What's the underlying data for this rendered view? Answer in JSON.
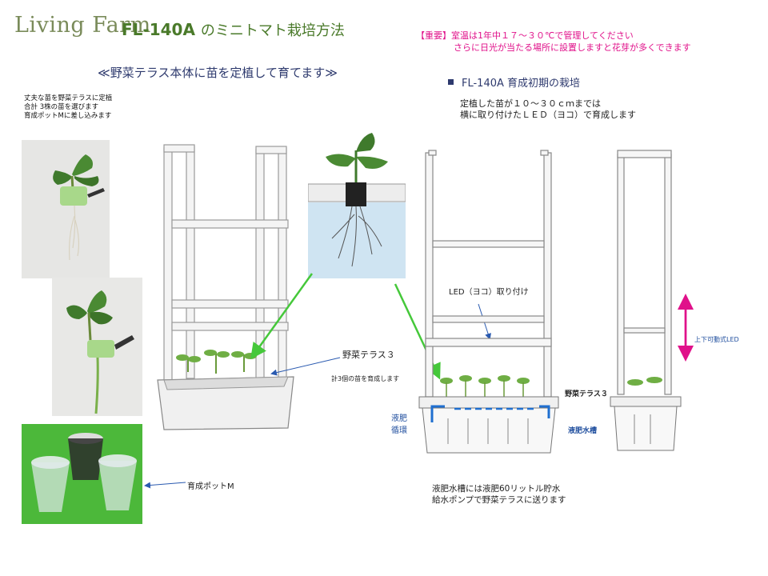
{
  "header": {
    "logo": "Living Farm",
    "title_model": "FL-140A",
    "title_no": "の",
    "title_rest": "ミニトマト栽培方法",
    "notice_line1": "【重要】室温は1年中１７～３０℃で管理してください",
    "notice_line2": "さらに日光が当たる場所に設置しますと花芽が多くできます"
  },
  "left": {
    "subhead": "≪野菜テラス本体に苗を定植して育てます≫",
    "steps": [
      "丈夫な苗を野菜テラスに定植",
      "合計 3株の苗を選びます",
      "育成ポットMに差し込みます"
    ],
    "label_terrace": "野菜テラス３",
    "label_seedlings": "計3個の苗を育成します",
    "label_pot": "育成ポットM"
  },
  "right": {
    "section_title": "FL-140A  育成初期の栽培",
    "desc": [
      "定植した苗が１０～３０ｃｍまでは",
      "横に取り付けたＬＥＤ（ヨコ）で育成します"
    ],
    "label_led": "LED（ヨコ）取り付け",
    "label_liquid": [
      "液肥",
      "循環"
    ],
    "label_tank": "液肥水槽",
    "label_terrace": "野菜テラス３",
    "label_adjustable": "上下可動式LED",
    "bottom_note": [
      "液肥水槽には液肥60リットル貯水",
      "給水ポンプで野菜テラスに送ります"
    ]
  },
  "colors": {
    "pink": "#e0118a",
    "navy": "#2e3a6e",
    "green_arrow": "#45c83a",
    "blue_arrow": "#1f6fd0"
  }
}
